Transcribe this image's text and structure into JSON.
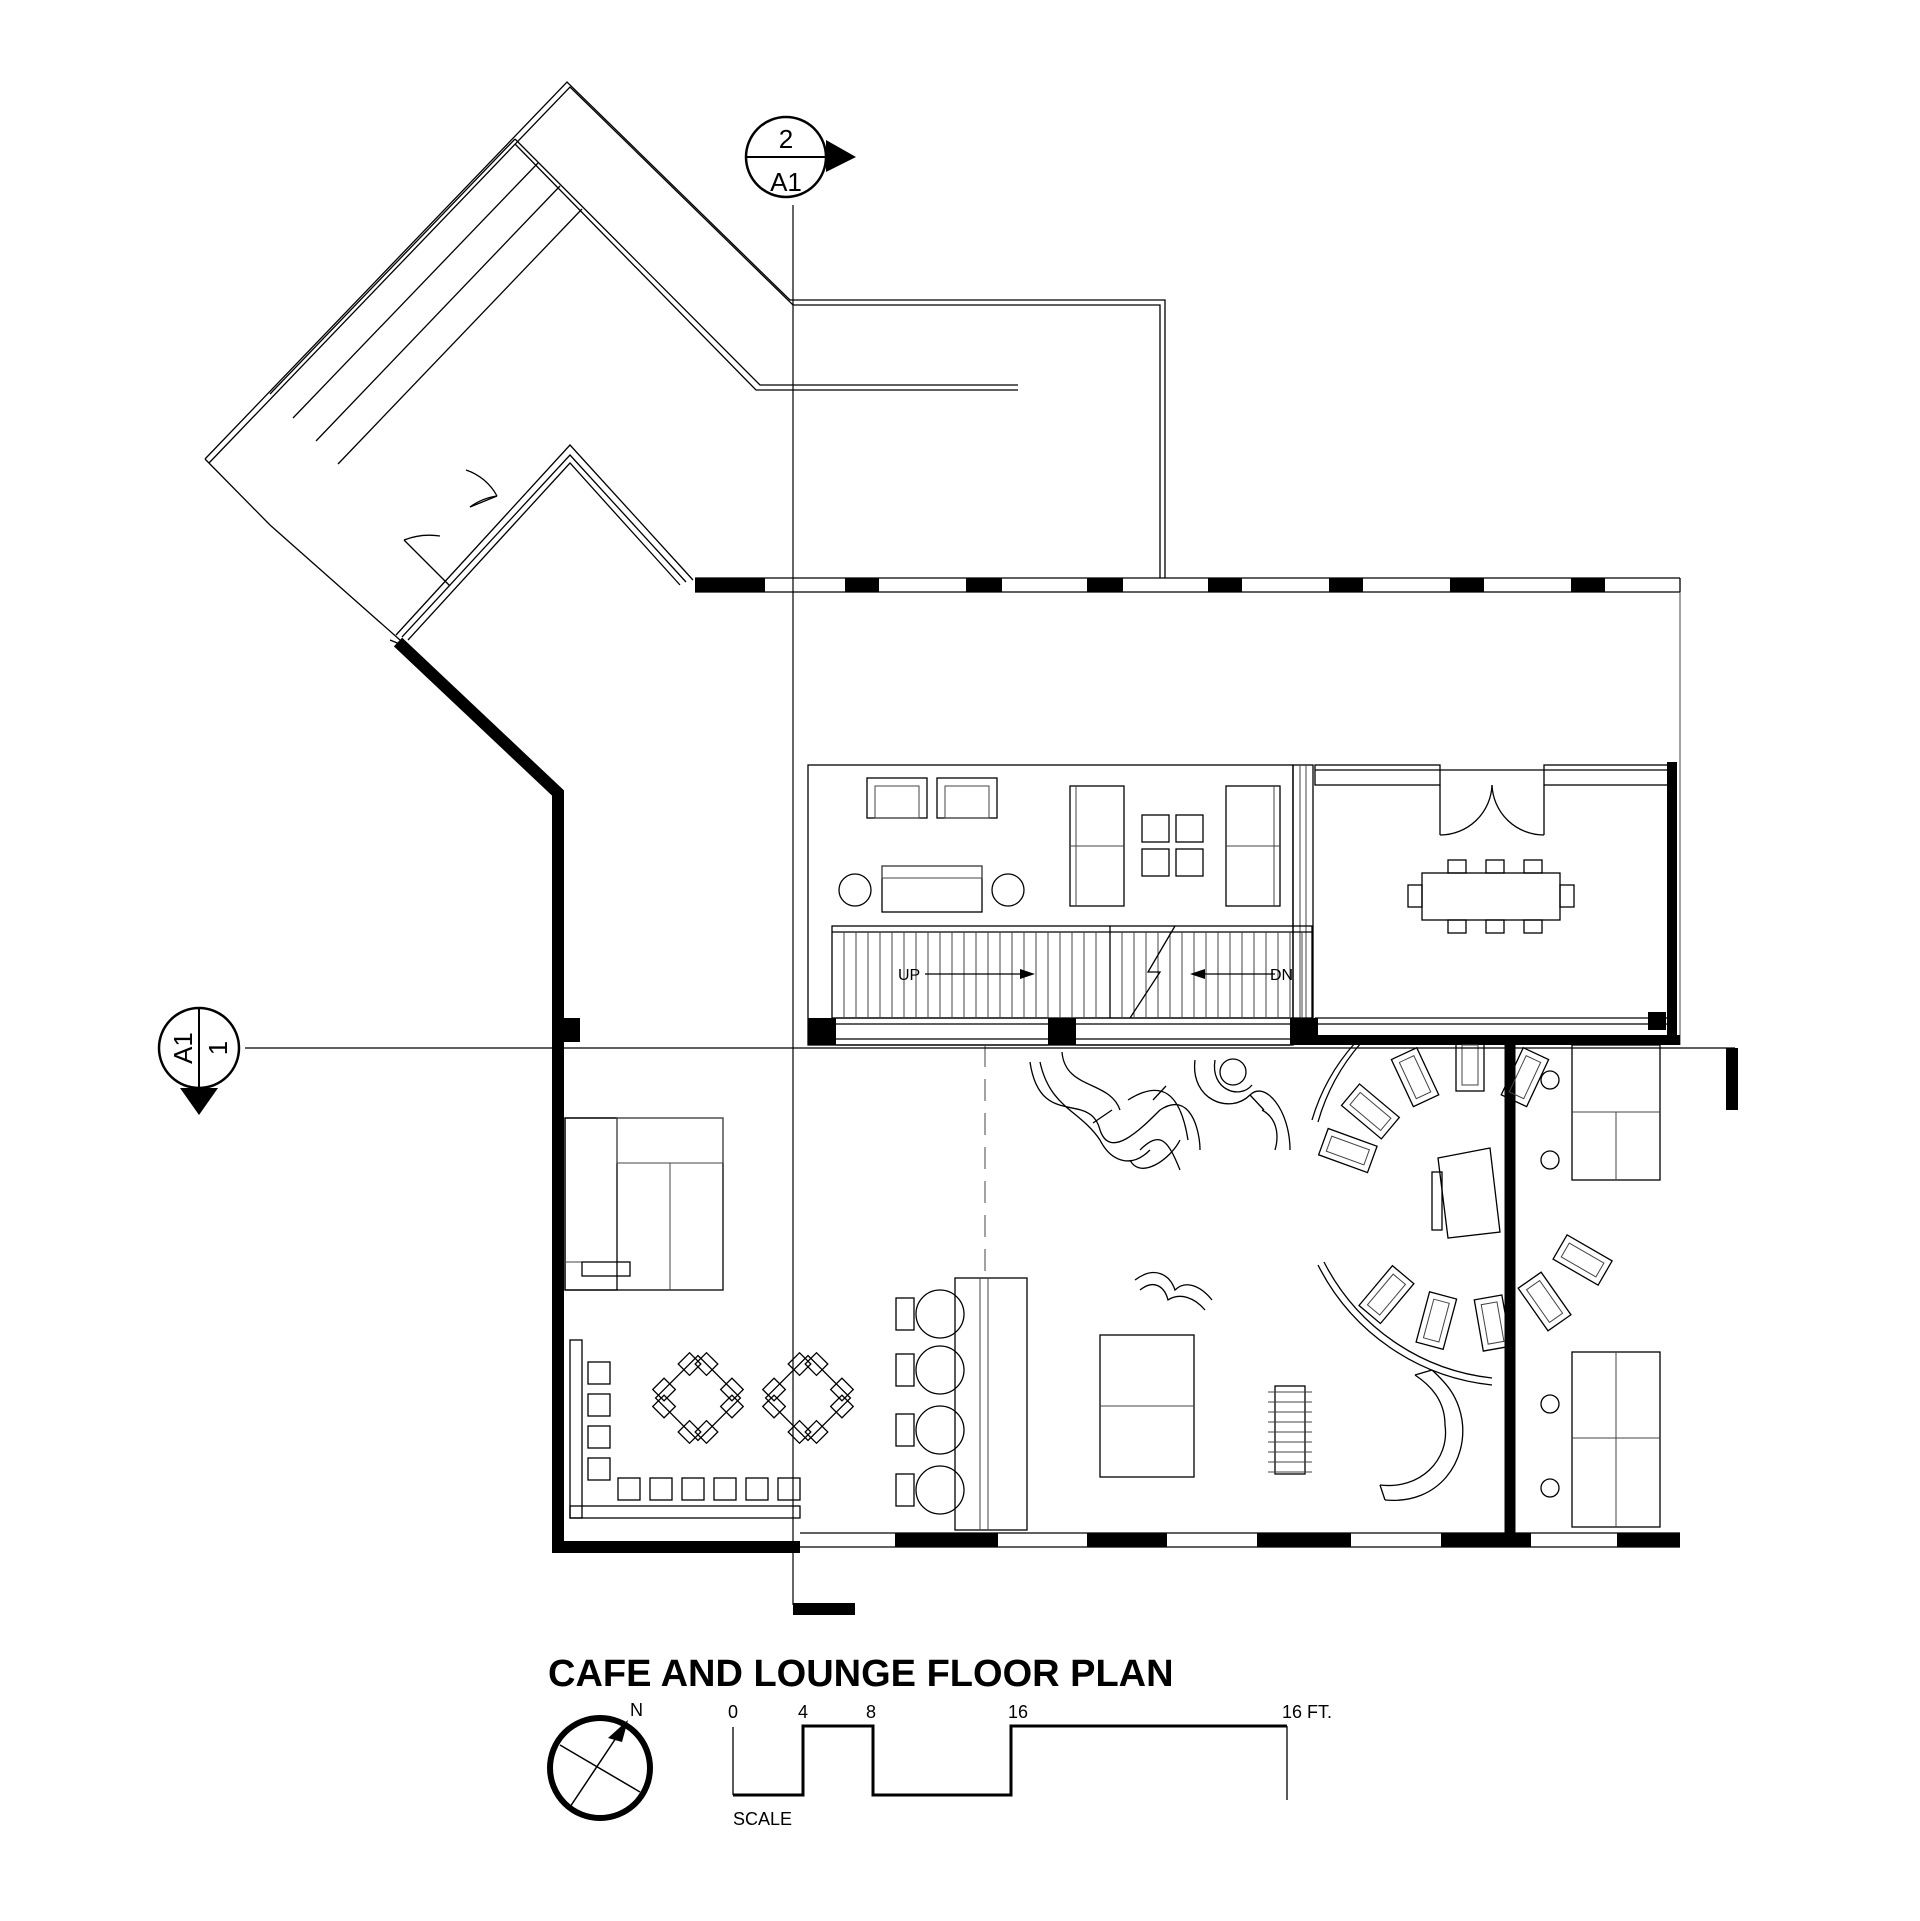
{
  "title": "CAFE AND LOUNGE FLOOR PLAN",
  "section_markers": {
    "top": {
      "number": "2",
      "sheet": "A1"
    },
    "left": {
      "number": "1",
      "sheet": "A1"
    }
  },
  "stairs": {
    "up_label": "UP",
    "down_label": "DN"
  },
  "north_arrow": {
    "label": "N"
  },
  "scale": {
    "ticks": [
      "0",
      "4",
      "8",
      "16",
      "16 FT."
    ],
    "label": "SCALE"
  }
}
